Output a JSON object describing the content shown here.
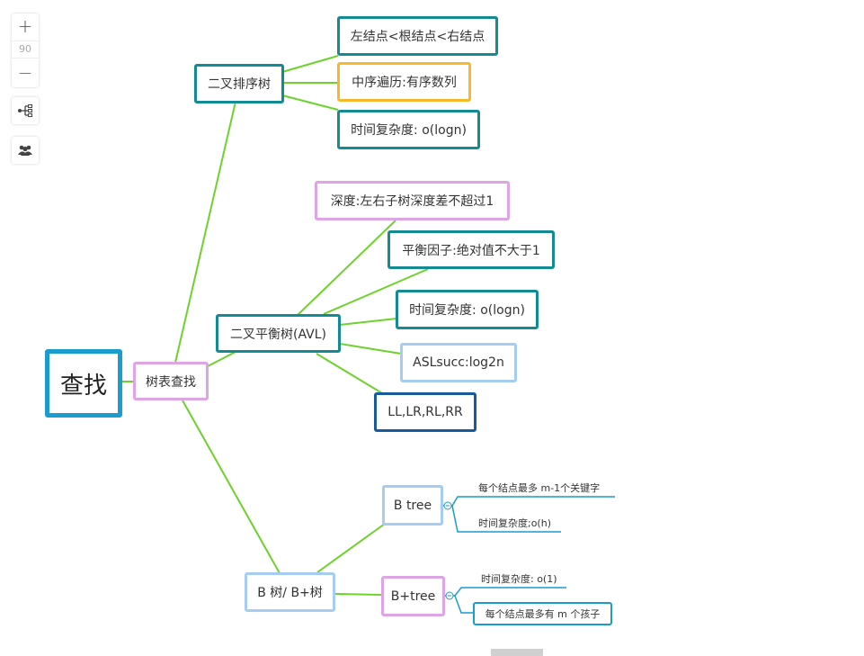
{
  "toolbar": {
    "zoom_in_label": "+",
    "zoom_value": "90",
    "zoom_out_label": "−",
    "structure_icon": "tree-structure-icon",
    "collab_icon": "users-icon"
  },
  "colors": {
    "link": "#6dd22c",
    "teal": "#148a94",
    "gold": "#f5b92a",
    "pink": "#dfa4e6",
    "blue": "#a5cdf2",
    "navy": "#185b9c",
    "root": "#1a9ccf"
  },
  "mindmap": {
    "root": "查找",
    "tree_search": "树表查找",
    "bst": {
      "label": "二叉排序树",
      "children": [
        "左结点<根结点<右结点",
        "中序遍历:有序数列",
        "时间复杂度: o(logn)"
      ]
    },
    "avl": {
      "label": "二叉平衡树(AVL)",
      "children": [
        "深度:左右子树深度差不超过1",
        "平衡因子:绝对值不大于1",
        "时间复杂度: o(logn)",
        "ASLsucc:log2n",
        "LL,LR,RL,RR"
      ]
    },
    "btree_group": {
      "label": "B 树/ B+树",
      "btree": {
        "label": "B tree",
        "children": [
          "每个结点最多 m-1个关键字",
          "时间复杂度;o(h)"
        ]
      },
      "bplus": {
        "label": "B+tree",
        "children": [
          "时间复杂度: o(1)",
          "每个结点最多有 m 个孩子"
        ]
      }
    }
  }
}
